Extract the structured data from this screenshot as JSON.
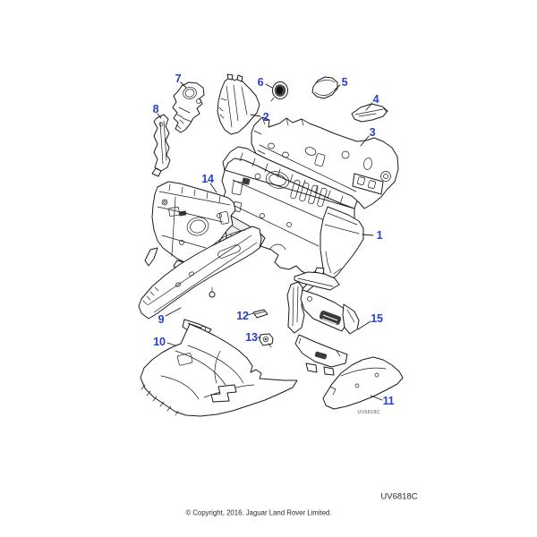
{
  "page": {
    "background": "#ffffff",
    "accent_blue": "#2640cf",
    "line_color": "#1a1a1a"
  },
  "diagram": {
    "callouts": [
      "1",
      "2",
      "3",
      "4",
      "5",
      "6",
      "7",
      "8",
      "9",
      "10",
      "11",
      "12",
      "13",
      "14",
      "15"
    ],
    "inline_code": "UV6818C",
    "sheet_code": "UV6818C"
  },
  "footer": {
    "copyright": "© Copyright, 2016. Jaguar Land Rover Limited."
  }
}
